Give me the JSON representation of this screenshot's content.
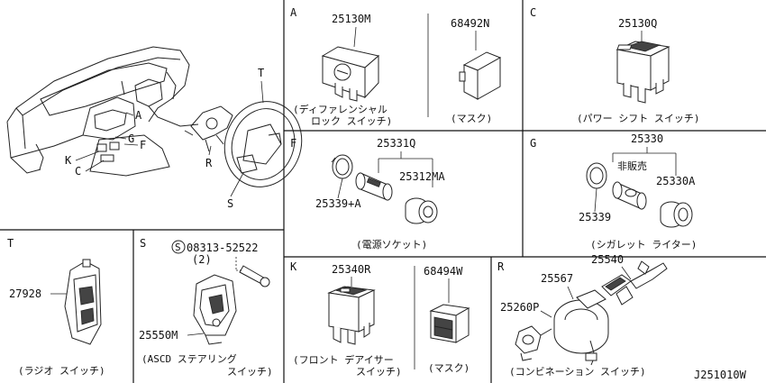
{
  "sections": {
    "A": {
      "letter": "A",
      "parts": {
        "switch": "25130M",
        "mask": "68492N"
      },
      "caption_switch_line1": "(ディファレンシャル",
      "caption_switch_line2": "ロック スイッチ)",
      "caption_mask": "(マスク)"
    },
    "C": {
      "letter": "C",
      "part": "25130Q",
      "caption": "(パワー シフト スイッチ)"
    },
    "F": {
      "letter": "F",
      "parts": {
        "assy": "25331Q",
        "element": "25312MA",
        "ring": "25339+A"
      },
      "caption": "(電源ソケット)"
    },
    "G": {
      "letter": "G",
      "parts": {
        "assy": "25330",
        "element": "25330A",
        "ring": "25339"
      },
      "note": "非販売",
      "caption": "(シガレット ライター)"
    },
    "T": {
      "letter": "T",
      "part": "27928",
      "caption": "(ラジオ  スイッチ)"
    },
    "S": {
      "letter": "S",
      "screw_symbol": "S",
      "screw": "08313-52522",
      "screw_qty": "(2)",
      "part": "25550M",
      "caption_line1": "(ASCD ステアリング",
      "caption_line2": "スイッチ)"
    },
    "K": {
      "letter": "K",
      "parts": {
        "switch": "25340R",
        "mask": "68494W"
      },
      "caption_switch_line1": "(フロント デアイサー",
      "caption_switch_line2": "スイッチ)",
      "caption_mask": "(マスク)"
    },
    "R": {
      "letter": "R",
      "parts": {
        "combo": "25540",
        "spiral": "25567",
        "sensor": "25260P"
      },
      "caption": "(コンビネーション スイッチ)"
    }
  },
  "overview": {
    "callouts": [
      "T",
      "A",
      "G",
      "F",
      "K",
      "C",
      "R",
      "S"
    ]
  },
  "diagram_code": "J251010W"
}
